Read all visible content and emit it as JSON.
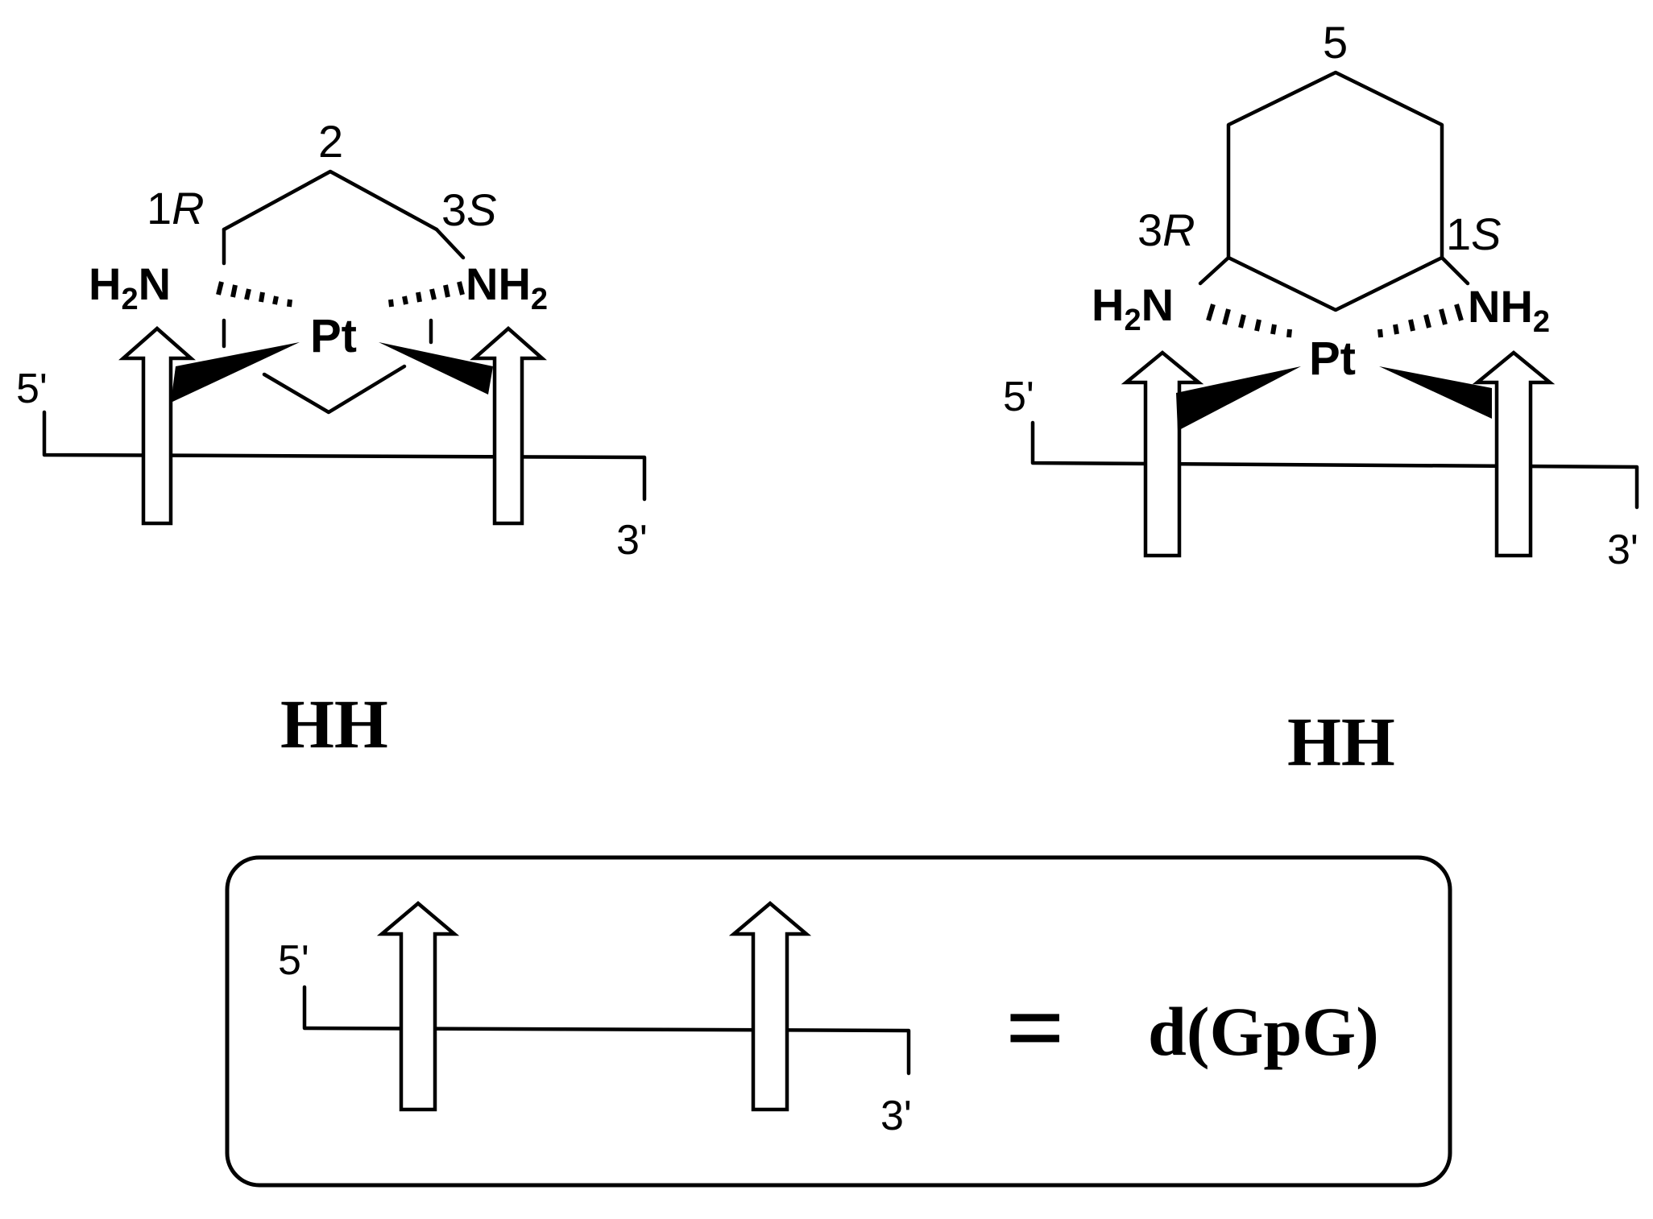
{
  "left_structure": {
    "labels": {
      "c2": "2",
      "c1": "1",
      "c1_config": "R",
      "c3": "3",
      "c3_config": "S",
      "pt": "Pt",
      "amine_left": "H",
      "amine_left_sub": "2",
      "amine_left_n": "N",
      "amine_right_n": "NH",
      "amine_right_sub": "2",
      "five_prime": "5'",
      "three_prime": "3'"
    },
    "caption": "HH"
  },
  "right_structure": {
    "labels": {
      "c5": "5",
      "c3": "3",
      "c3_config": "R",
      "c1": "1",
      "c1_config": "S",
      "pt": "Pt",
      "amine_left": "H",
      "amine_left_sub": "2",
      "amine_left_n": "N",
      "amine_right_n": "NH",
      "amine_right_sub": "2",
      "five_prime": "5'",
      "three_prime": "3'"
    },
    "caption": "HH"
  },
  "legend": {
    "five_prime": "5'",
    "three_prime": "3'",
    "equals": "=",
    "definition": "d(GpG)"
  }
}
